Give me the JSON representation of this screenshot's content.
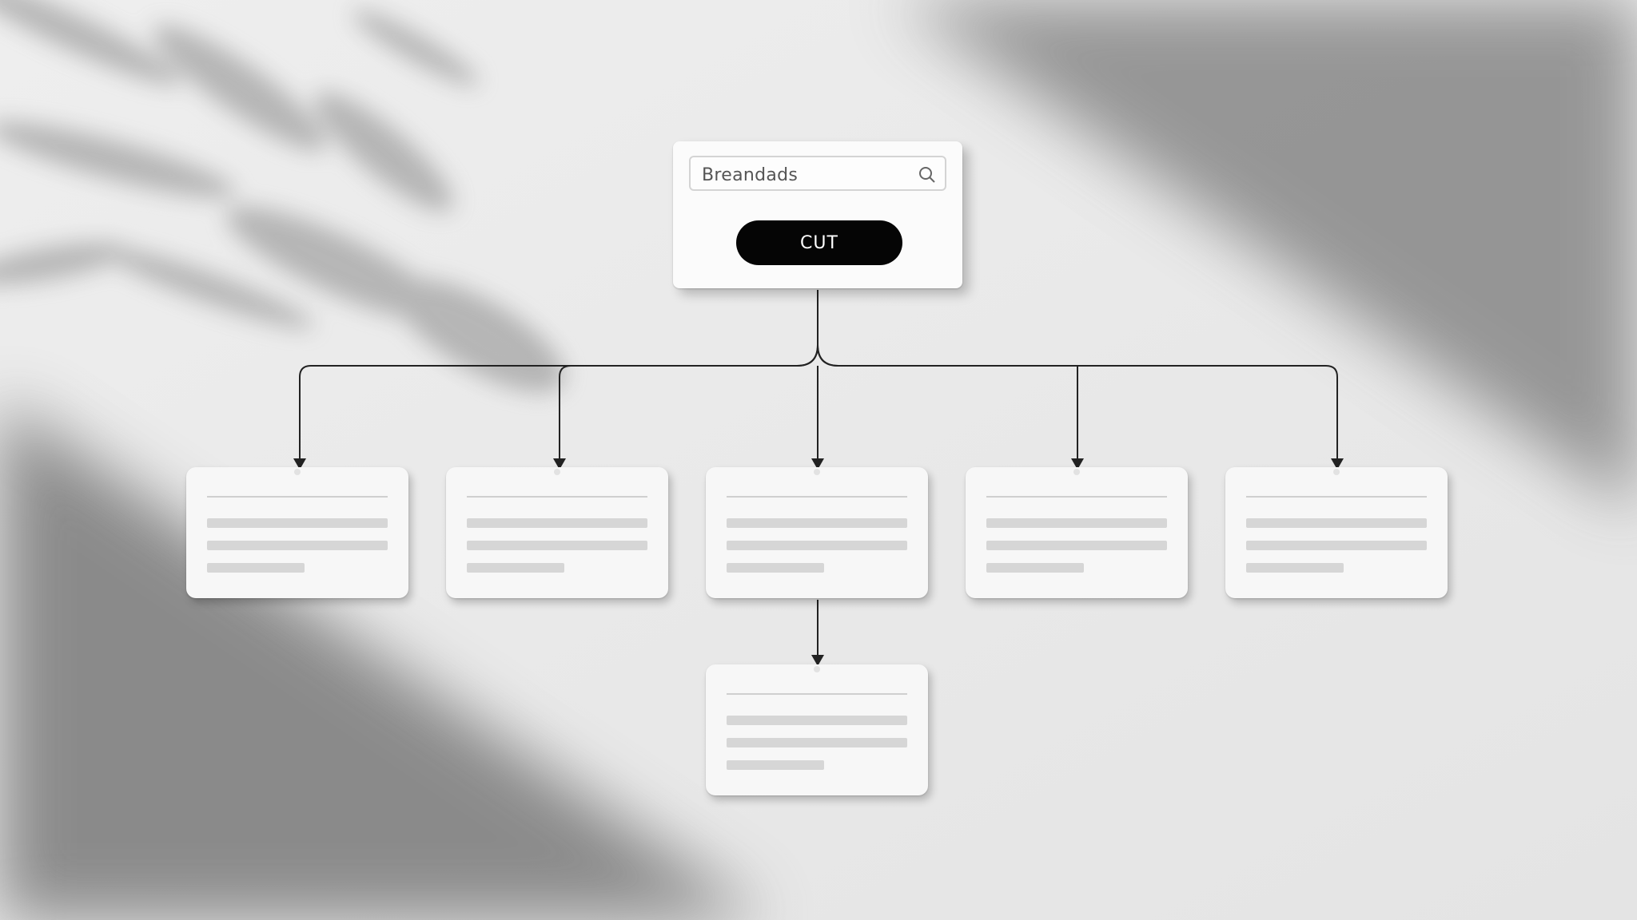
{
  "root": {
    "search_text": "Breandads",
    "button_label": "CUT"
  },
  "colors": {
    "wall": "#e9e9e9",
    "card": "#f7f7f7",
    "connector": "#222222",
    "button": "#050505",
    "placeholder_bar": "#d6d6d6"
  },
  "icons": {
    "search": "search-icon",
    "arrow": "arrowhead-down"
  },
  "diagram": {
    "root_children_count": 5,
    "sub_child_parent": "child-3"
  }
}
